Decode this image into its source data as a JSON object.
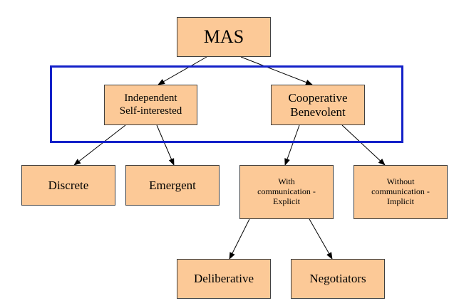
{
  "diagram": {
    "root": {
      "label": "MAS"
    },
    "level1": [
      {
        "label_lines": [
          "Independent",
          "Self-interested"
        ]
      },
      {
        "label_lines": [
          "Cooperative",
          "Benevolent"
        ]
      }
    ],
    "level2": [
      {
        "label_lines": [
          "Discrete"
        ]
      },
      {
        "label_lines": [
          "Emergent"
        ]
      },
      {
        "label_lines": [
          "With",
          "communication -",
          "Explicit"
        ]
      },
      {
        "label_lines": [
          "Without",
          "communication -",
          "Implicit"
        ]
      }
    ],
    "level3": [
      {
        "label_lines": [
          "Deliberative"
        ]
      },
      {
        "label_lines": [
          "Negotiators"
        ]
      }
    ],
    "colors": {
      "node_fill": "#fcc997",
      "node_border": "#404040",
      "highlight_border": "#1320c8",
      "arrow": "#000000"
    }
  }
}
